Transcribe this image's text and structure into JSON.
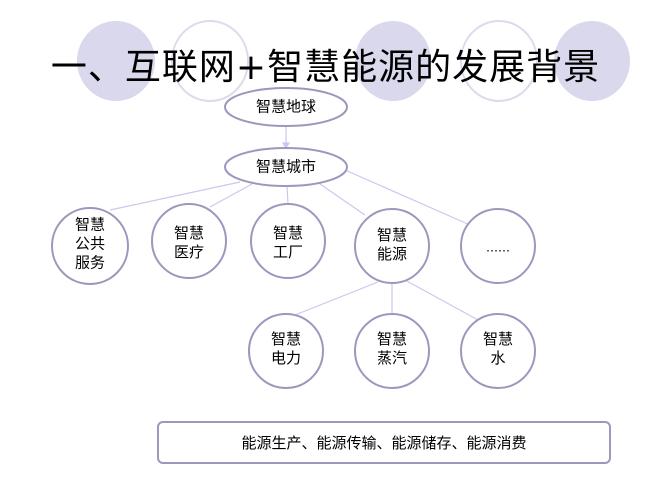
{
  "title": "一、互联网+智慧能源的发展背景",
  "nodes": {
    "earth": "智慧地球",
    "city": "智慧城市",
    "public": "智慧\n公共\n服务",
    "medical": "智慧\n医疗",
    "factory": "智慧\n工厂",
    "energy": "智慧\n能源",
    "more": "……",
    "power": "智慧\n电力",
    "steam": "智慧\n蒸汽",
    "water": "智慧\n水"
  },
  "footer": "能源生产、能源传输、能源储存、能源消费",
  "colors": {
    "deco": "#d9d8ec",
    "stroke": "#9b98bd",
    "line": "#c9c8f0"
  }
}
